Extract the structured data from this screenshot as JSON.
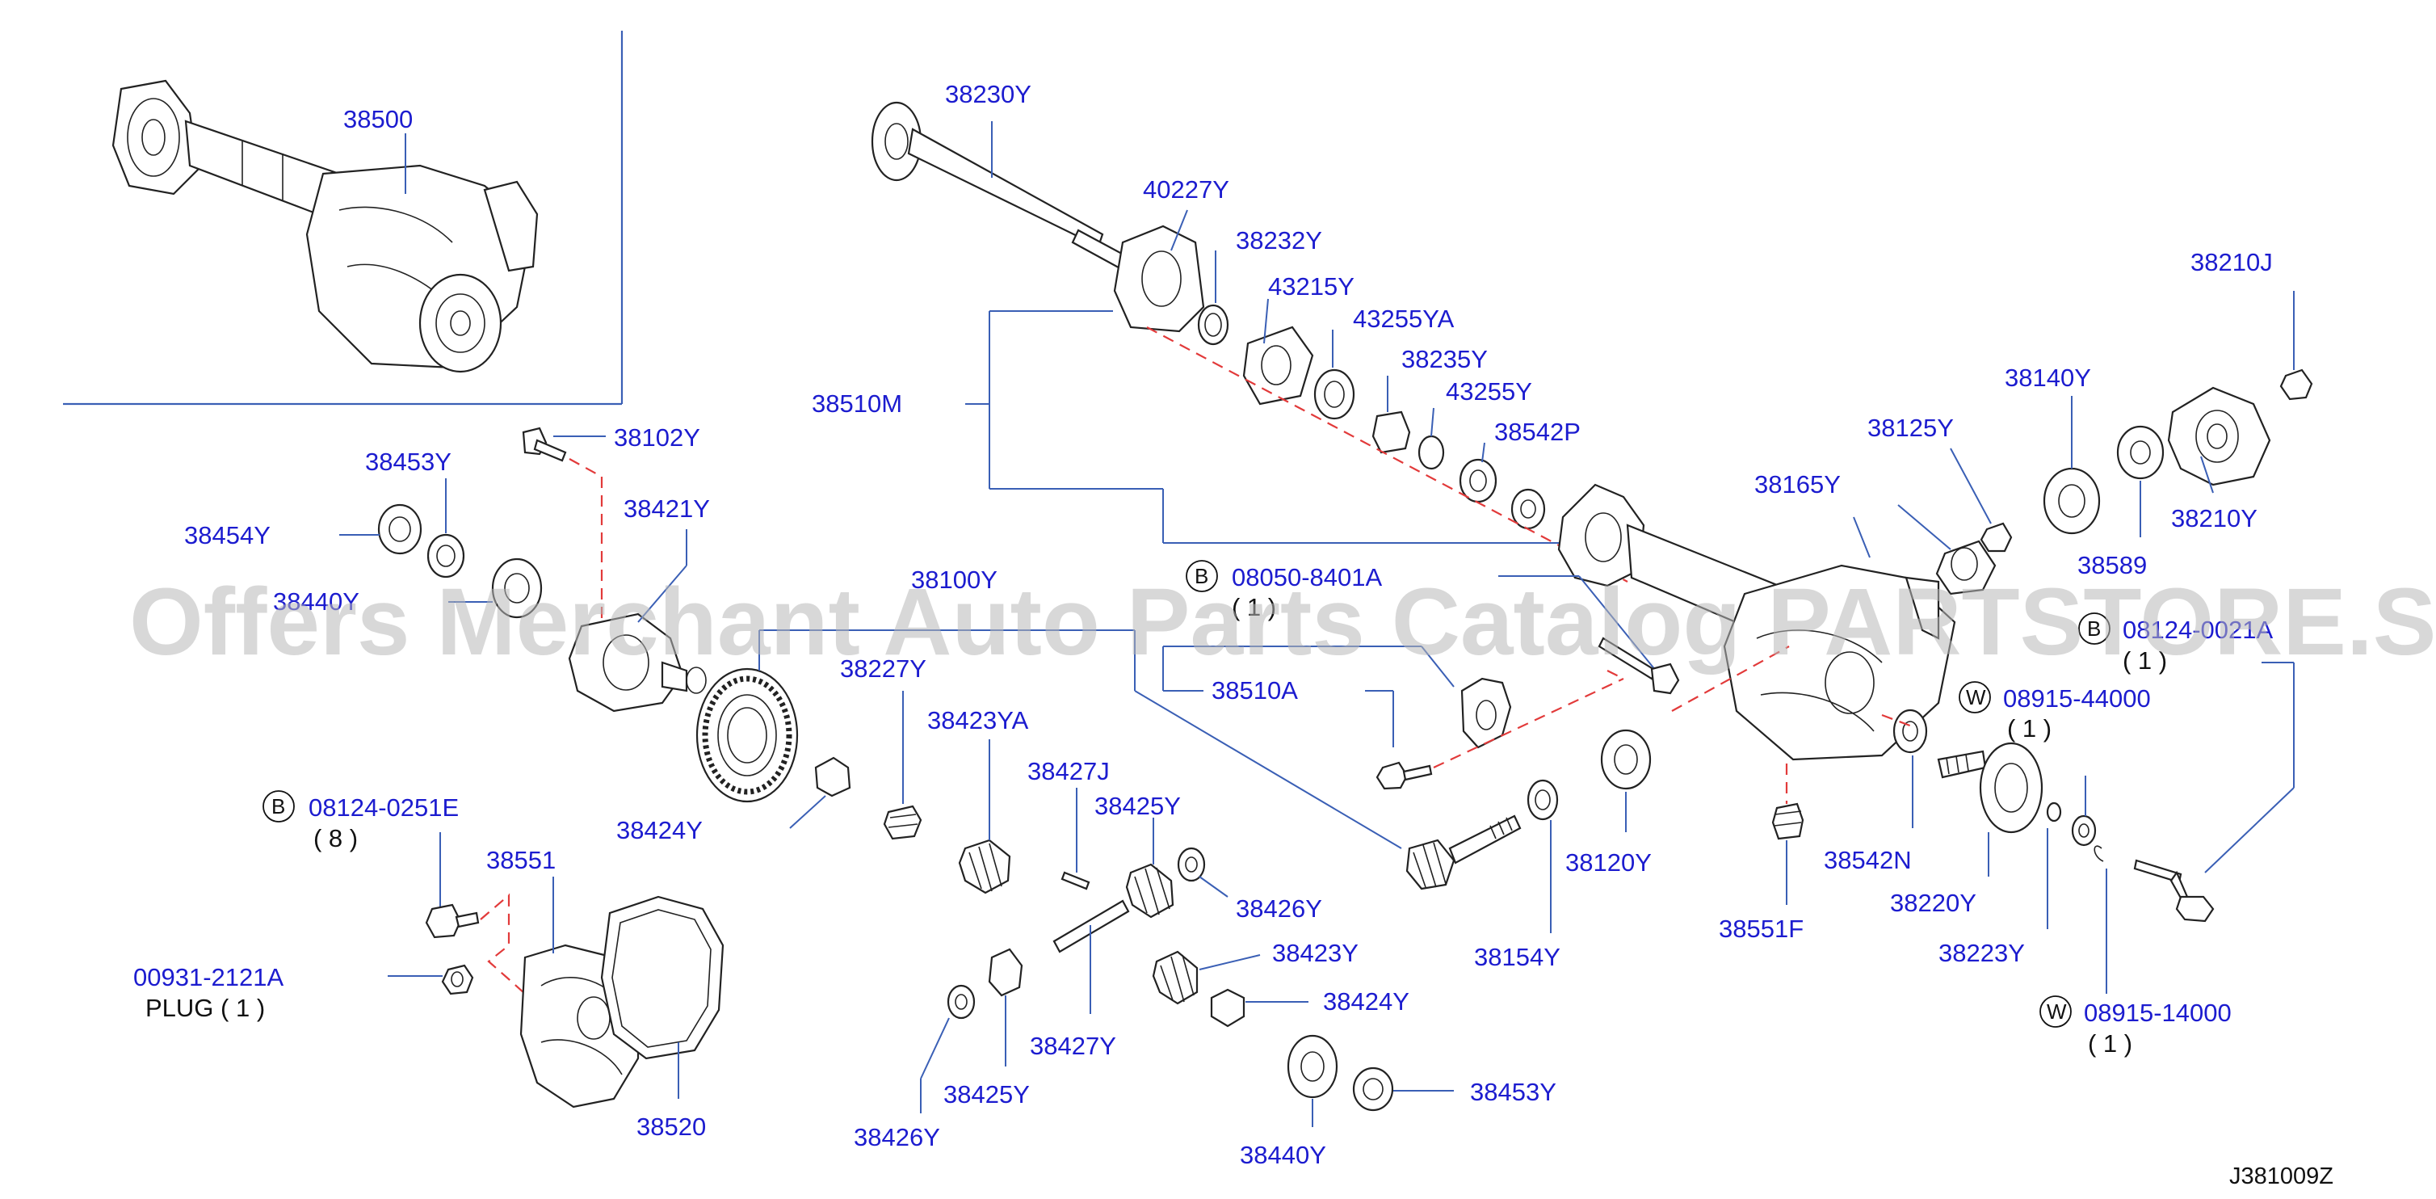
{
  "parts": {
    "p38500": "38500",
    "p38230Y": "38230Y",
    "p40227Y": "40227Y",
    "p38232Y": "38232Y",
    "p43215Y": "43215Y",
    "p43255YA": "43255YA",
    "p38235Y": "38235Y",
    "p43255Y": "43255Y",
    "p38542P": "38542P",
    "p38510M": "38510M",
    "p38210J": "38210J",
    "p38140Y": "38140Y",
    "p38125Y": "38125Y",
    "p38165Y": "38165Y",
    "p38210Y": "38210Y",
    "p38589": "38589",
    "p38102Y": "38102Y",
    "p38453Y_top": "38453Y",
    "p38421Y": "38421Y",
    "p38454Y": "38454Y",
    "p38440Y_top": "38440Y",
    "p38100Y": "38100Y",
    "p08050_8401A": "08050-8401A",
    "p38227Y": "38227Y",
    "p38510A": "38510A",
    "p08124_0021A": "08124-0021A",
    "p08915_44000": "08915-44000",
    "p38423YA": "38423YA",
    "p38427J": "38427J",
    "p38425Y_top": "38425Y",
    "p38424Y_left": "38424Y",
    "p08124_0251E": "08124-0251E",
    "p38551": "38551",
    "p38426Y_right": "38426Y",
    "p38120Y": "38120Y",
    "p38542N": "38542N",
    "p38220Y": "38220Y",
    "p38154Y": "38154Y",
    "p38551F": "38551F",
    "p38223Y": "38223Y",
    "p38423Y": "38423Y",
    "p00931_2121A": "00931-2121A",
    "p38424Y_bottom": "38424Y",
    "p08915_14000": "08915-14000",
    "p38427Y": "38427Y",
    "p38520": "38520",
    "p38425Y_bottom": "38425Y",
    "p38453Y_bottom": "38453Y",
    "p38426Y_bottom": "38426Y",
    "p38440Y_bottom": "38440Y"
  },
  "notes": {
    "qty_08050": "( 1 )",
    "qty_08124_0021A": "( 1 )",
    "qty_08915_44000": "( 1 )",
    "qty_08124_0251E": "( 8 )",
    "plug": "PLUG ( 1 )",
    "qty_08915_14000": "( 1 )"
  },
  "circle_letters": {
    "b_08050": "B",
    "b_08124_0021A": "B",
    "w_08915_44000": "W",
    "b_08124_0251E": "B",
    "w_08915_14000": "W"
  },
  "reference_code": "J381009Z",
  "watermark": "Offers Merchant Auto Parts Catalog PARTSTORE.SA",
  "colors": {
    "part_label": "#1c1ccf",
    "leader_line": "#3a5fb5",
    "dashed_line": "#e23a3a",
    "watermark": "#b8b8b8"
  }
}
